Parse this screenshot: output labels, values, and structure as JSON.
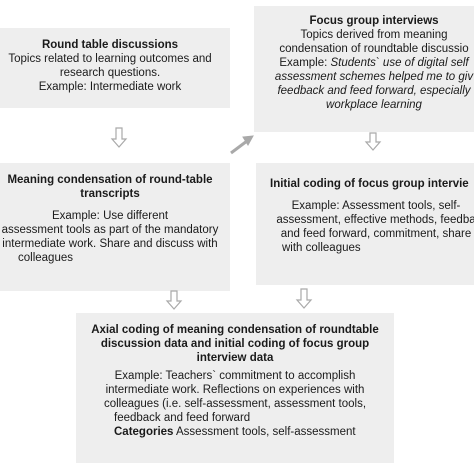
{
  "round_table": {
    "title": "Round table discussions",
    "lines": [
      "Topics related to learning outcomes and",
      "research questions.",
      "Example: Intermediate work"
    ]
  },
  "focus_group": {
    "title": "Focus group interviews",
    "lines": [
      "Topics derived from meaning",
      "condensation of roundtable discussio"
    ],
    "example_prefix": "Example: ",
    "example_lines": [
      "Students` use of digital self",
      "assessment schemes helped me to giv",
      "feedback and feed forward, especially",
      "workplace learning"
    ]
  },
  "meaning_condensation": {
    "title_lines": [
      "Meaning condensation of round-table",
      "transcripts"
    ],
    "lines": [
      "Example: Use different",
      "assessment tools as part of the mandatory",
      "intermediate work. Share and discuss with",
      "colleagues"
    ]
  },
  "initial_coding": {
    "title": "Initial coding of focus group intervie",
    "lines": [
      "Example: Assessment tools, self-",
      "assessment, effective methods, feedba",
      "and feed forward, commitment, share",
      "with colleagues"
    ]
  },
  "axial_coding": {
    "title_lines": [
      "Axial coding of meaning condensation of roundtable",
      "discussion data and initial coding of focus group",
      "interview data"
    ],
    "lines": [
      "Example: Teachers` commitment to accomplish",
      "intermediate work. Reflections on experiences with",
      "colleagues (i.e. self-assessment, assessment tools,",
      "feedback and feed forward"
    ],
    "categories_label": "Categories",
    "categories_text": " Assessment tools, self-assessment"
  },
  "colors": {
    "box_fill": "#eeeeee",
    "arrow": "#a9a9a9",
    "text": "#1a1a1a"
  }
}
